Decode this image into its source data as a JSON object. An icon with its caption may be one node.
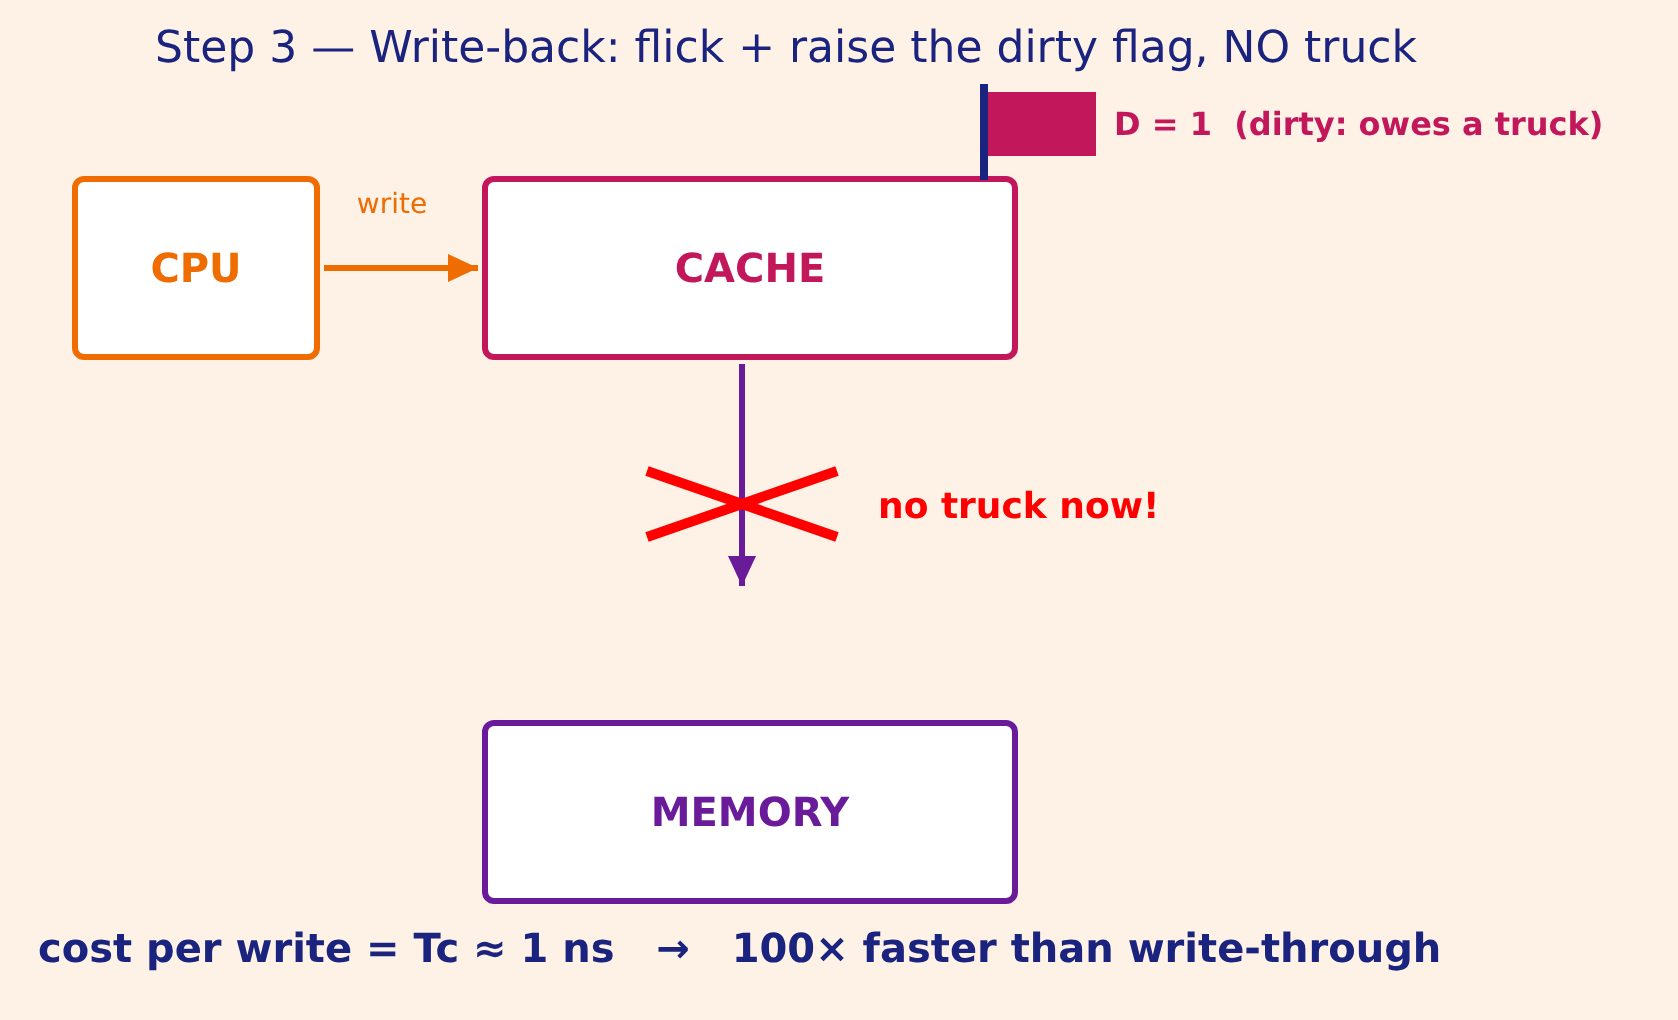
{
  "diagram": {
    "title": "Step 3 — Write-back: flick + raise the dirty flag, NO truck",
    "nodes": [
      {
        "text": [
          "CPU"
        ]
      },
      {
        "text": [
          "CACHE"
        ],
        "beside": [
          "D = 1  (dirty: owes a truck)"
        ]
      },
      {
        "text": [
          "MEMORY"
        ]
      }
    ],
    "edges": [
      {
        "from": 0,
        "to": 1,
        "arrow": "to",
        "label": "write",
        "color": "#ef6c00"
      },
      {
        "from": 1,
        "to": null,
        "arrow": "to",
        "label": "no truck now!",
        "color": "#6a1b9a"
      }
    ],
    "labels": [
      "cost per write = Tc ≈ 1 ns   →   100× faster than write-through"
    ]
  }
}
